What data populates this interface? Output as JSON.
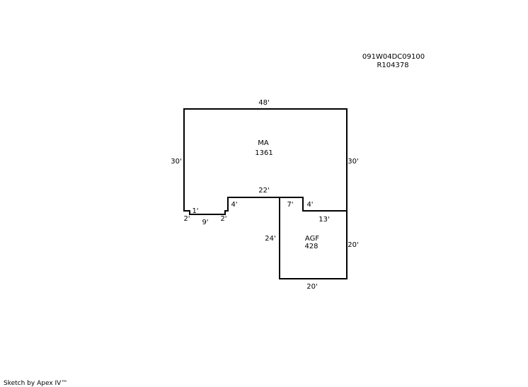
{
  "parcel": {
    "id": "091W04DC09100",
    "ref": "R104378"
  },
  "areas": {
    "main": {
      "code": "MA",
      "sqft": "1361"
    },
    "garage": {
      "code": "AGF",
      "sqft": "428"
    }
  },
  "dimensions": {
    "ma_top": "48'",
    "ma_left": "30'",
    "ma_right": "30'",
    "notch_top": "22'",
    "notch_left": "4'",
    "notch_right_top": "7'",
    "notch_right_drop": "4'",
    "ma_bottom_right": "13'",
    "step_left_1": "1'",
    "step_left_2": "2'",
    "bump_bottom": "9'",
    "step_right": "2'",
    "agf_left": "24'",
    "agf_right": "20'",
    "agf_bottom": "20'"
  },
  "footer": {
    "credit": "Sketch by Apex IV™"
  },
  "colors": {
    "line": "#000000",
    "background": "#ffffff"
  }
}
